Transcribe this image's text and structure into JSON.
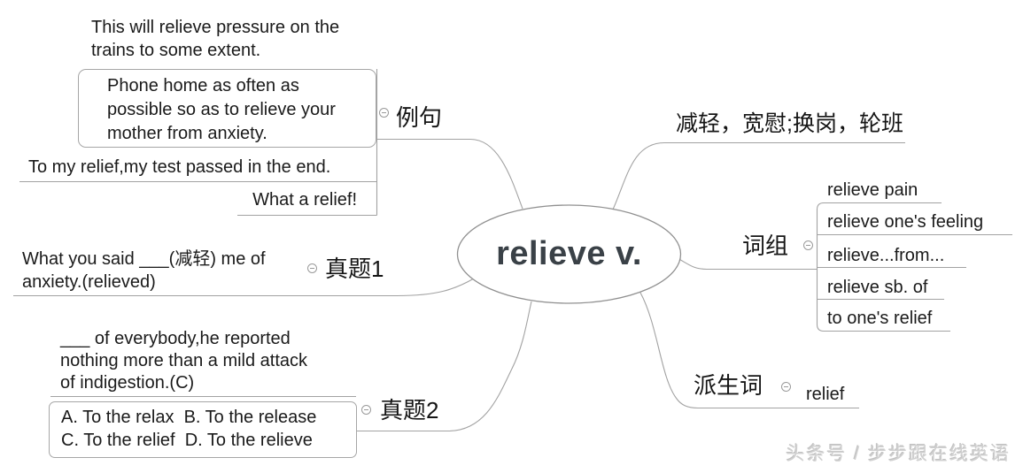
{
  "center_topic": {
    "text": "relieve v."
  },
  "left": {
    "examples": {
      "label": "例句",
      "children": [
        {
          "lines": [
            "This will relieve pressure on the",
            "trains to some extent."
          ]
        },
        {
          "lines": [
            "Phone home as often as",
            "possible so as to relieve your",
            "mother from anxiety."
          ]
        },
        {
          "lines": [
            "To my relief,my test passed in the end."
          ]
        },
        {
          "lines": [
            "What a relief!"
          ]
        }
      ]
    },
    "exam1": {
      "label": "真题1",
      "children": [
        {
          "lines": [
            "What you said ___(减轻) me of",
            "anxiety.(relieved)"
          ]
        }
      ]
    },
    "exam2": {
      "label": "真题2",
      "children": [
        {
          "lines": [
            "___ of everybody,he reported",
            "nothing more than a mild attack",
            "of indigestion.(C)"
          ]
        },
        {
          "lines": [
            "A. To the relax  B. To the release",
            "C. To the relief  D. To the relieve"
          ]
        }
      ]
    }
  },
  "right": {
    "definition": {
      "label": "减轻，宽慰;换岗，轮班"
    },
    "phrases": {
      "label": "词组",
      "children": [
        "relieve pain",
        "relieve one's feeling",
        "relieve...from...",
        "relieve sb. of",
        "to one's relief"
      ]
    },
    "derivatives": {
      "label": "派生词",
      "children": [
        "relief"
      ]
    }
  },
  "watermark": {
    "text": "头条号 / 步步跟在线英语"
  },
  "colors": {
    "connector_line": "#a2a2a2",
    "box_border": "#a6a6a6",
    "ellipse_border": "#909090",
    "body_text": "#1a1a1a",
    "topic_text": "#3a4147",
    "watermark_text": "#d0d0d0",
    "background": "#ffffff"
  }
}
